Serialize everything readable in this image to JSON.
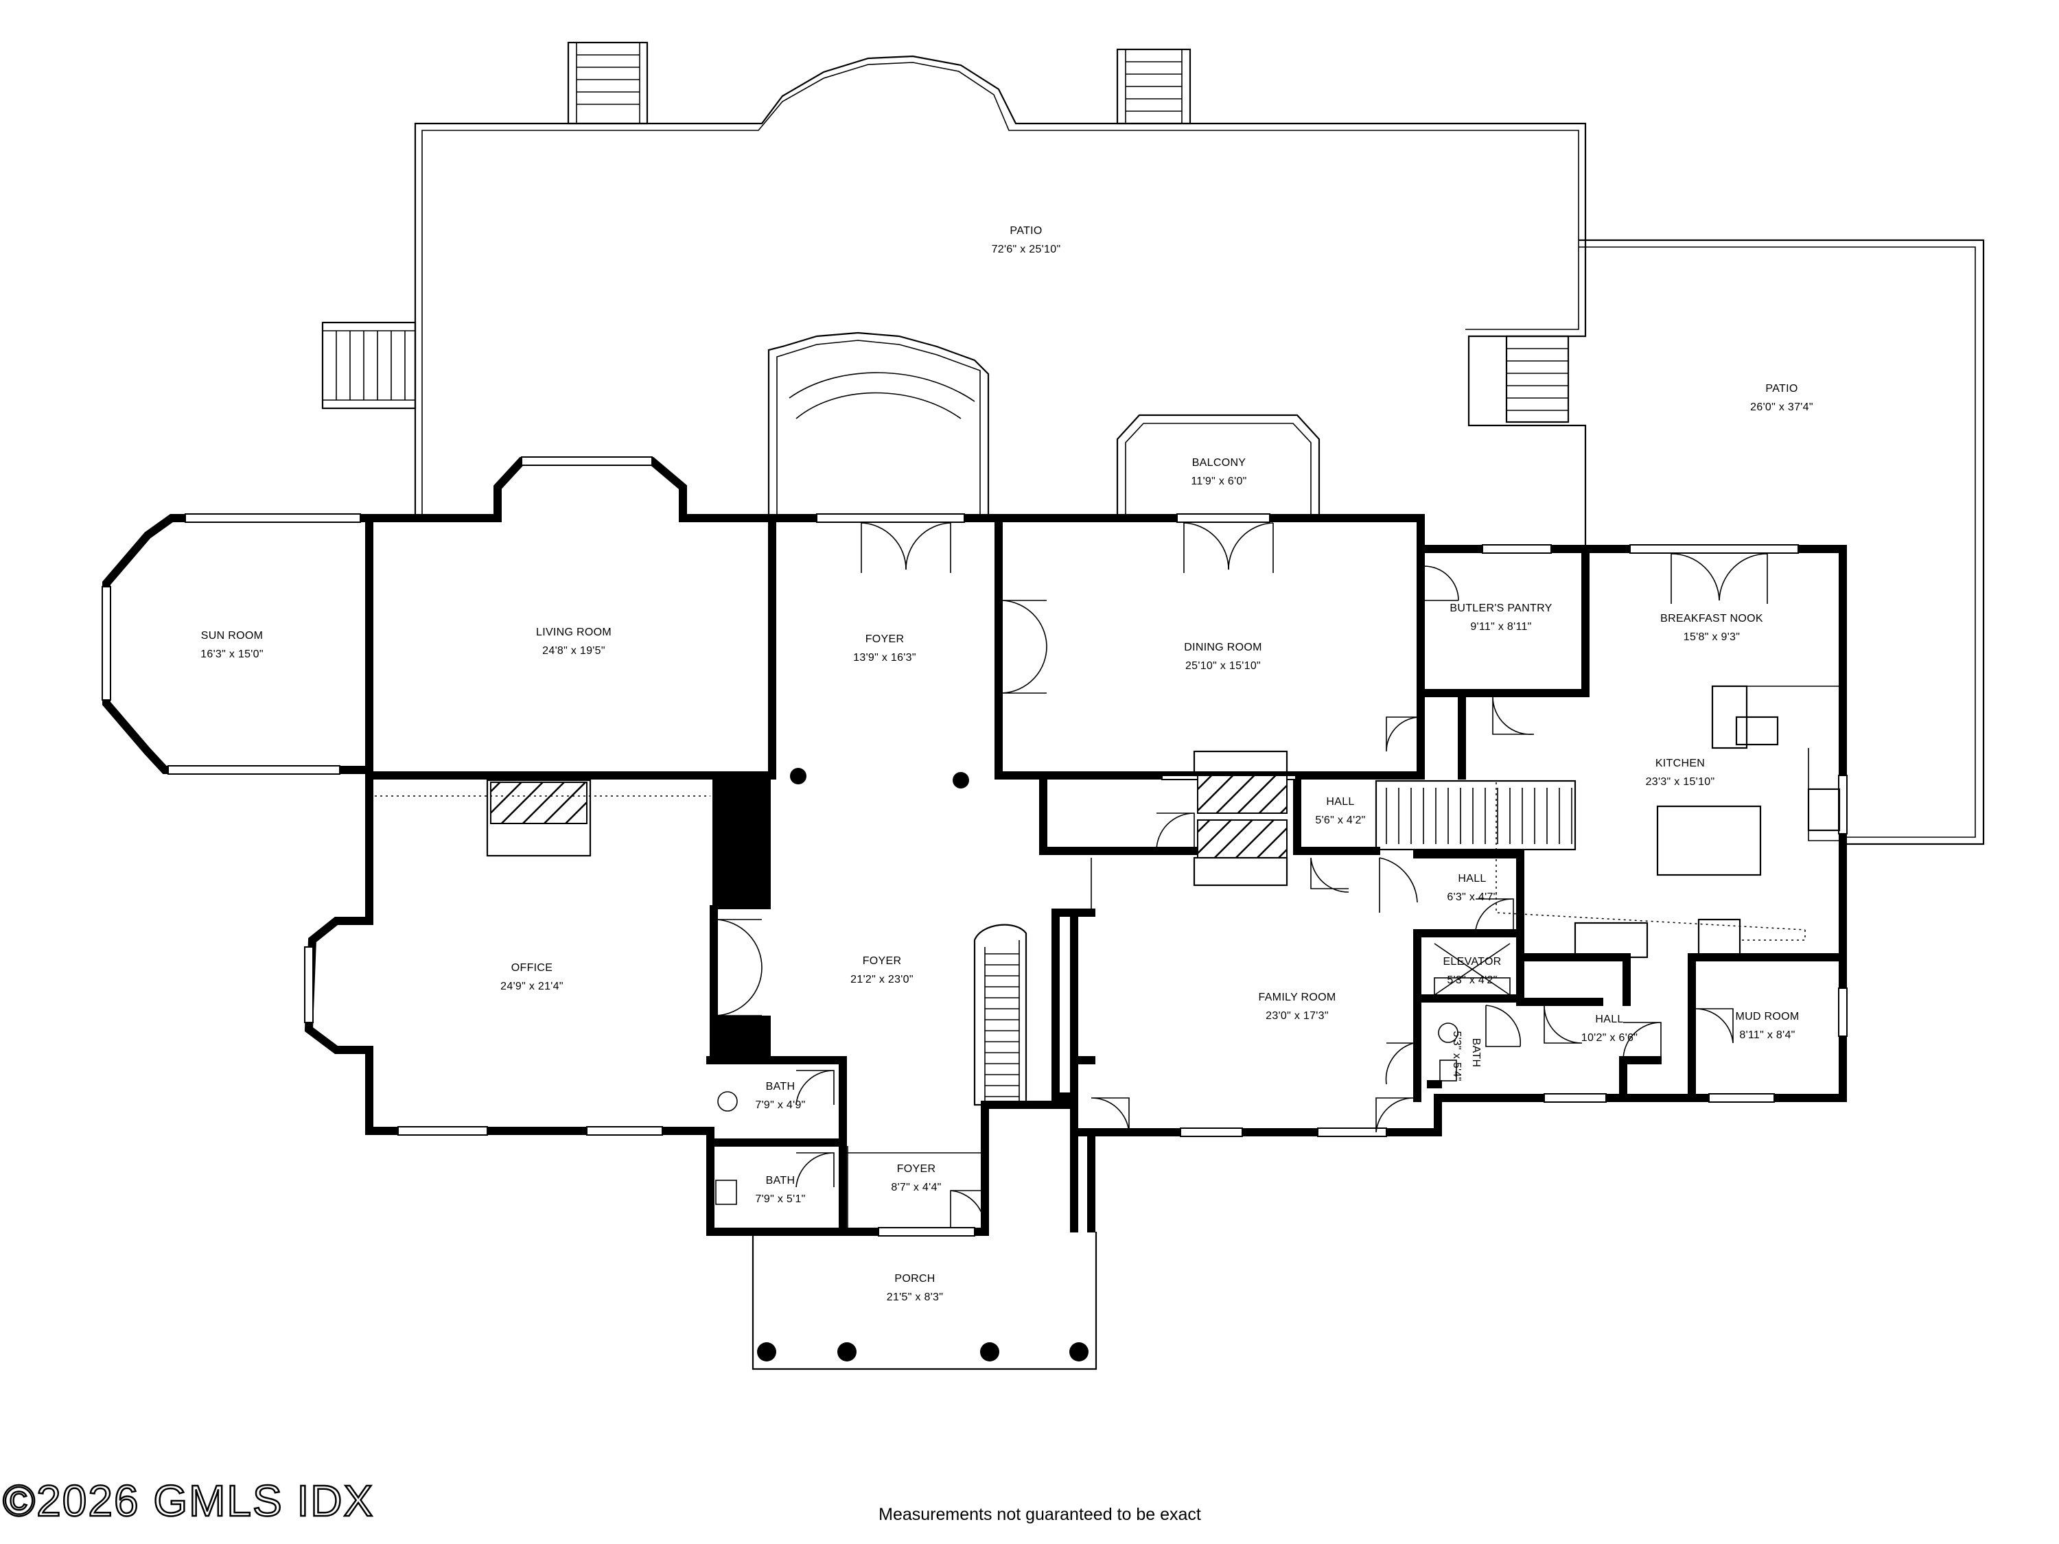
{
  "rooms": {
    "patio_main": {
      "name": "PATIO",
      "dims": "72'6\" x 25'10\""
    },
    "patio_side": {
      "name": "PATIO",
      "dims": "26'0\" x 37'4\""
    },
    "balcony": {
      "name": "BALCONY",
      "dims": "11'9\" x 6'0\""
    },
    "sun_room": {
      "name": "SUN ROOM",
      "dims": "16'3\" x 15'0\""
    },
    "living_room": {
      "name": "LIVING ROOM",
      "dims": "24'8\" x 19'5\""
    },
    "foyer_upper": {
      "name": "FOYER",
      "dims": "13'9\" x 16'3\""
    },
    "dining_room": {
      "name": "DINING ROOM",
      "dims": "25'10\" x 15'10\""
    },
    "butlers_pantry": {
      "name": "BUTLER'S PANTRY",
      "dims": "9'11\" x 8'11\""
    },
    "breakfast_nook": {
      "name": "BREAKFAST NOOK",
      "dims": "15'8\" x 9'3\""
    },
    "kitchen": {
      "name": "KITCHEN",
      "dims": "23'3\" x 15'10\""
    },
    "hall_1": {
      "name": "HALL",
      "dims": "5'6\" x 4'2\""
    },
    "hall_2": {
      "name": "HALL",
      "dims": "6'3\" x 4'7\""
    },
    "elevator": {
      "name": "ELEVATOR",
      "dims": "5'3\" x 4'2\""
    },
    "hall_3": {
      "name": "HALL",
      "dims": "10'2\" x 6'6\""
    },
    "mud_room": {
      "name": "MUD ROOM",
      "dims": "8'11\" x 8'4\""
    },
    "bath_small": {
      "name": "BATH",
      "dims": "5'3\" x 5'4\""
    },
    "office": {
      "name": "OFFICE",
      "dims": "24'9\" x 21'4\""
    },
    "foyer_main": {
      "name": "FOYER",
      "dims": "21'2\" x 23'0\""
    },
    "family_room": {
      "name": "FAMILY ROOM",
      "dims": "23'0\" x 17'3\""
    },
    "bath_1": {
      "name": "BATH",
      "dims": "7'9\" x 4'9\""
    },
    "bath_2": {
      "name": "BATH",
      "dims": "7'9\" x 5'1\""
    },
    "foyer_entry": {
      "name": "FOYER",
      "dims": "8'7\" x 4'4\""
    },
    "porch": {
      "name": "PORCH",
      "dims": "21'5\" x 8'3\""
    }
  },
  "watermark": "©2026 GMLS IDX",
  "disclaimer": "Measurements not guaranteed to be exact"
}
